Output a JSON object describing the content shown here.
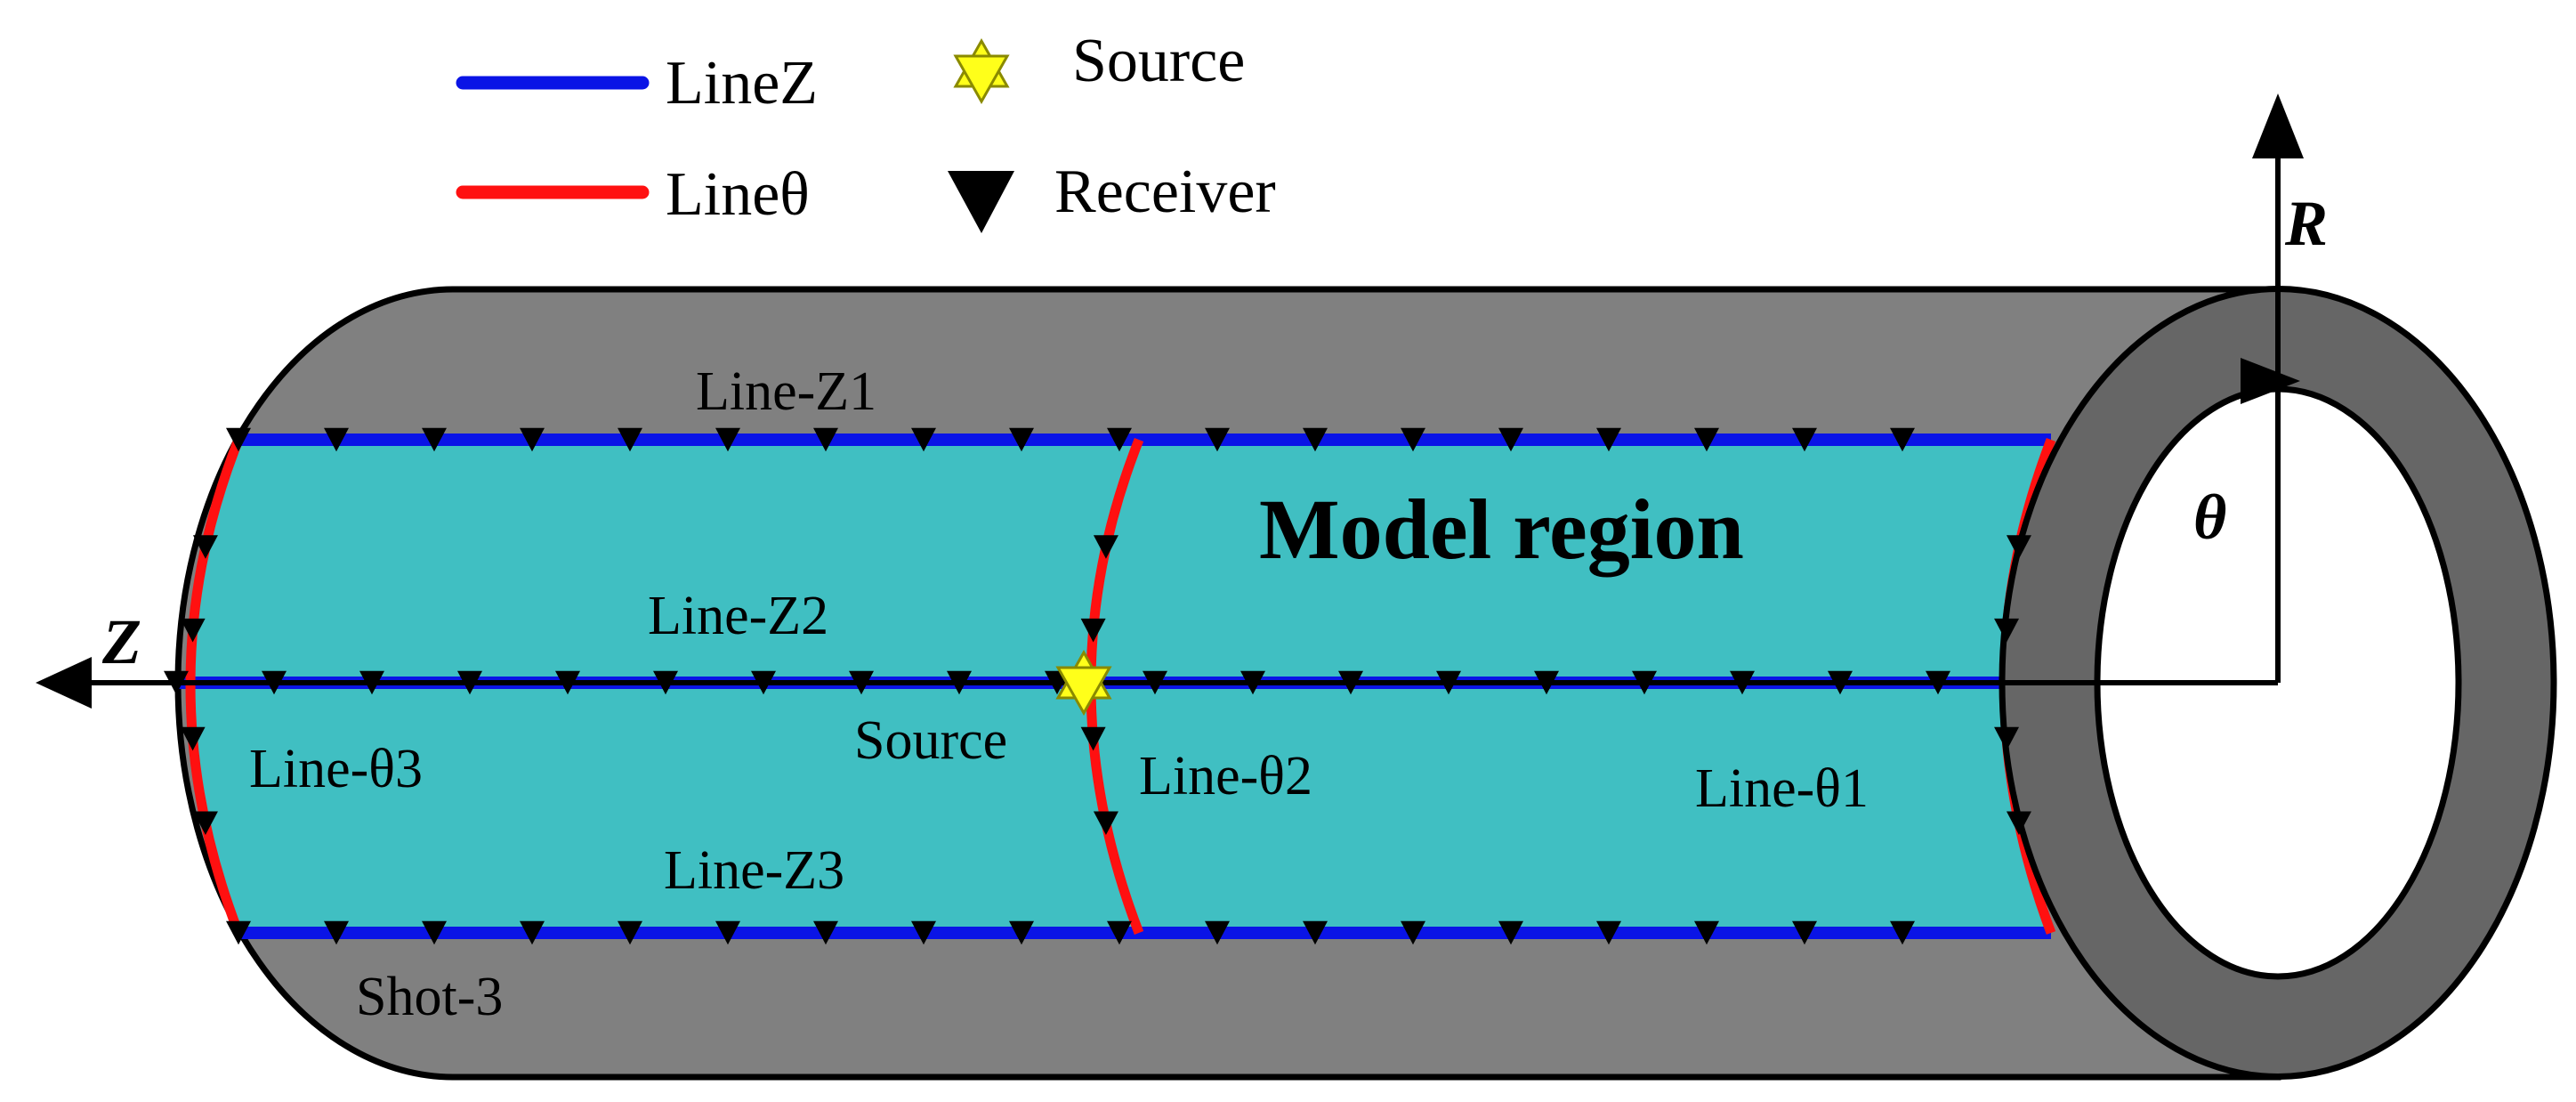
{
  "legend": {
    "line_z": "LineZ",
    "line_theta": "Lineθ",
    "source": "Source",
    "receiver": "Receiver"
  },
  "region_label": "Model region",
  "axes": {
    "z": "Z",
    "r": "R",
    "theta": "θ"
  },
  "labels": {
    "line_z1": "Line-Z1",
    "line_z2": "Line-Z2",
    "line_z3": "Line-Z3",
    "line_theta1": "Line-θ1",
    "line_theta2": "Line-θ2",
    "line_theta3": "Line-θ3",
    "source": "Source",
    "shot": "Shot-3"
  },
  "colors": {
    "outer_shell": "#808080",
    "end_face": "#666666",
    "model_region": "#40bfc2",
    "line_z": "#0a14e6",
    "line_theta": "#ff1010",
    "source": "#ffff1a",
    "receiver": "#000000"
  }
}
